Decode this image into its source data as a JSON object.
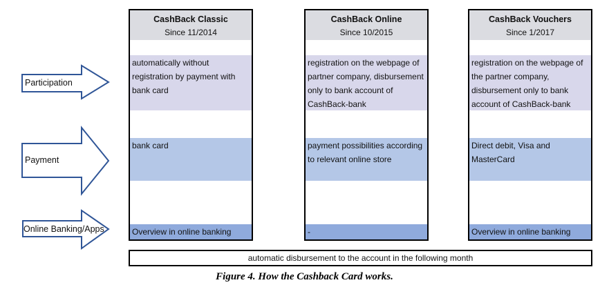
{
  "columns": [
    {
      "title": "CashBack Classic",
      "since": "Since 11/2014",
      "participation": "automatically without registration by payment with bank card",
      "payment": "bank card",
      "online_banking": "Overview in online banking"
    },
    {
      "title": "CashBack Online",
      "since": "Since 10/2015",
      "participation": "registration on the webpage of partner company, disbursement only to bank account of CashBack-bank",
      "payment": "payment possibilities according to relevant online store",
      "online_banking": "-"
    },
    {
      "title": "CashBack Vouchers",
      "since": "Since 1/2017",
      "participation": "registration on the webpage of the partner company, disbursement only to bank account of CashBack-bank",
      "payment": "Direct debit, Visa and MasterCard",
      "online_banking": "Overview in online banking"
    }
  ],
  "row_labels": {
    "participation": "Participation",
    "payment": "Payment",
    "online_banking": "Online Banking/Apps"
  },
  "footer_bar": "automatic disbursement to the account in the following month",
  "caption": "Figure 4. How the Cashback Card works.",
  "colors": {
    "header_bg": "#dbdce1",
    "participation_bg": "#d8d7eb",
    "payment_bg": "#b4c7e7",
    "online_banking_bg": "#8faadc",
    "arrow_outline": "#2f5597",
    "box_border": "#000000"
  }
}
